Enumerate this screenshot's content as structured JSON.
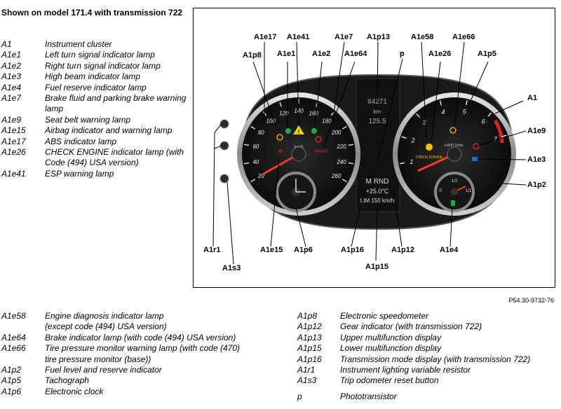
{
  "title": "Shown on model 171.4 with transmission 722",
  "figure_ref": "P54.30-9732-76",
  "legend_top": [
    {
      "code": "A1",
      "desc": "Instrument cluster"
    },
    {
      "code": "A1e1",
      "desc": "Left turn signal indicator lamp"
    },
    {
      "code": "A1e2",
      "desc": "Right turn signal indicator lamp"
    },
    {
      "code": "A1e3",
      "desc": "High beam indicator lamp"
    },
    {
      "code": "A1e4",
      "desc": "Fuel reserve indicator lamp"
    },
    {
      "code": "A1e7",
      "desc": "Brake fluid and parking brake warning lamp"
    },
    {
      "code": "A1e9",
      "desc": "Seat belt warning lamp"
    },
    {
      "code": "A1e15",
      "desc": "Airbag indicator and warning lamp"
    },
    {
      "code": "A1e17",
      "desc": "ABS indicator lamp"
    },
    {
      "code": "A1e26",
      "desc": "CHECK ENGINE indicator lamp (with Code (494) USA version)"
    },
    {
      "code": "A1e41",
      "desc": "ESP warning lamp"
    }
  ],
  "legend_bottom_left": [
    {
      "code": "A1e58",
      "desc": "Engine diagnosis indicator lamp",
      "desc2": "(except code (494) USA version)"
    },
    {
      "code": "A1e64",
      "desc": "Brake indicator lamp (with code (494) USA version)"
    },
    {
      "code": "A1e66",
      "desc": "Tire pressure monitor warning lamp (with code (470)",
      "desc2": "tire pressure monitor (base))"
    },
    {
      "code": "A1p2",
      "desc": "Fuel level and reserve indicator"
    },
    {
      "code": "A1p5",
      "desc": "Tachograph"
    },
    {
      "code": "A1p6",
      "desc": "Electronic clock"
    }
  ],
  "legend_bottom_right": [
    {
      "code": "A1p8",
      "desc": "Electronic speedometer"
    },
    {
      "code": "A1p12",
      "desc": "Gear indicator (with transmission 722)"
    },
    {
      "code": "A1p13",
      "desc": "Upper multifunction display"
    },
    {
      "code": "A1p15",
      "desc": "Lower multifunction display"
    },
    {
      "code": "A1p16",
      "desc": "Transmission mode display (with transmission 722)"
    },
    {
      "code": "A1r1",
      "desc": "Instrument lighting variable resistor"
    },
    {
      "code": "A1s3",
      "desc": "Trip odometer reset button"
    },
    {
      "code": "p",
      "desc": "Phototransistor"
    }
  ],
  "callouts": {
    "a1e17": "A1e17",
    "a1e41": "A1e41",
    "a1e7": "A1e7",
    "a1p13": "A1p13",
    "a1e58": "A1e58",
    "a1e66": "A1e66",
    "a1p8": "A1p8",
    "a1e1": "A1e1",
    "a1e2": "A1e2",
    "a1e64": "A1e64",
    "p": "p",
    "a1e26": "A1e26",
    "a1p5": "A1p5",
    "a1": "A1",
    "a1e9": "A1e9",
    "a1e3": "A1e3",
    "a1p2": "A1p2",
    "a1r1": "A1r1",
    "a1e15": "A1e15",
    "a1p6": "A1p6",
    "a1p16": "A1p16",
    "a1p12": "A1p12",
    "a1e4": "A1e4",
    "a1s3": "A1s3",
    "a1p15": "A1p15"
  },
  "cluster": {
    "speed_ticks": [
      "20",
      "40",
      "60",
      "80",
      "100",
      "120",
      "140",
      "160",
      "180",
      "200",
      "220",
      "240",
      "260"
    ],
    "speed_unit": "km/h",
    "brake_label": "BRAKE",
    "odometer": "64271",
    "odometer_unit": "km",
    "trip": "125.5",
    "gear_display": "M RND",
    "temperature": "+25.0°C",
    "speed_limit": "LIM 150 km/h",
    "rpm_ticks": [
      "1",
      "2",
      "3",
      "4",
      "5",
      "6",
      "7"
    ],
    "rpm_unit": "x1000 1/min",
    "check_engine_label": "CHECK ENGINE",
    "fuel_half": "1/2",
    "fuel_full": "1/1",
    "fuel_empty": "0"
  }
}
